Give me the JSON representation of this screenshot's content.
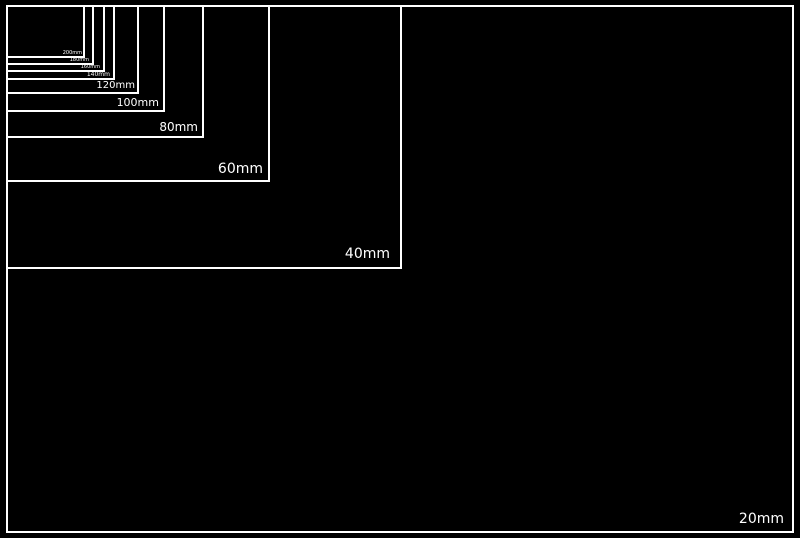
{
  "colors": {
    "background": "#000000",
    "line": "#ffffff",
    "text": "#ffffff"
  },
  "frames": [
    {
      "label": "20mm"
    },
    {
      "label": "40mm"
    },
    {
      "label": "60mm"
    },
    {
      "label": "80mm"
    },
    {
      "label": "100mm"
    },
    {
      "label": "120mm"
    },
    {
      "label": "140mm"
    },
    {
      "label": "160mm"
    },
    {
      "label": "180mm"
    },
    {
      "label": "200mm"
    }
  ]
}
